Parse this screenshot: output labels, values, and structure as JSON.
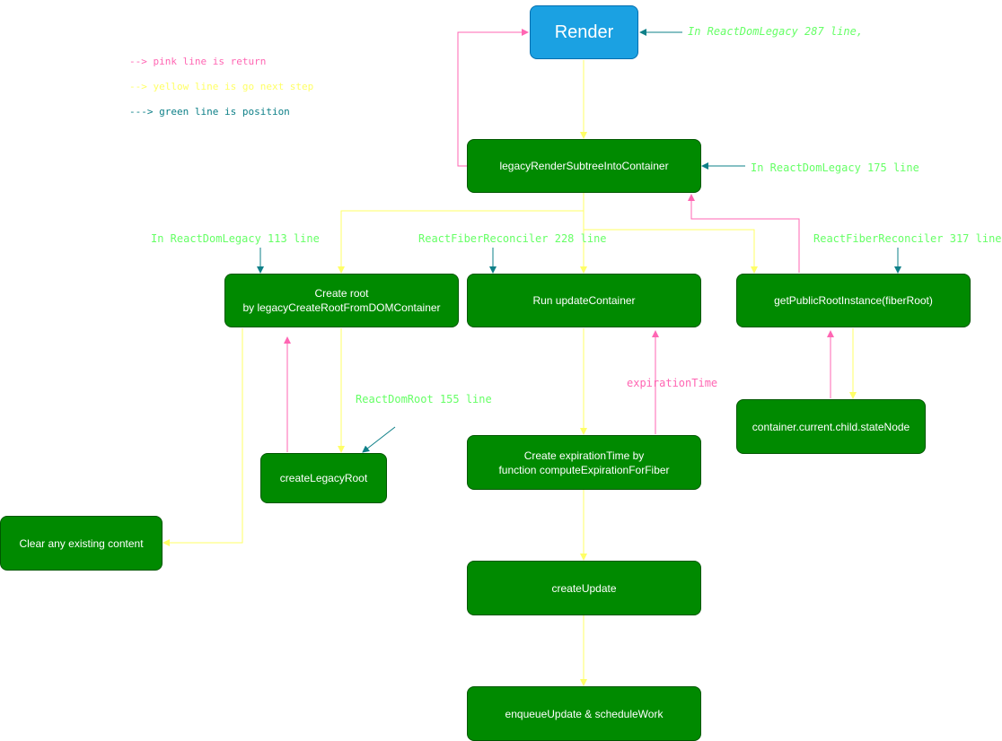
{
  "legend": [
    {
      "text": "--> pink line is return",
      "color": "#ff66b3"
    },
    {
      "text": "--> yellow line is go next step",
      "color": "#ffff66"
    },
    {
      "text": "---> green line is  position",
      "color": "#0e8088"
    }
  ],
  "nodes": {
    "render": [
      "Render"
    ],
    "legacy_render_subtree": [
      "legacyRenderSubtreeIntoContainer"
    ],
    "create_root": [
      "Create root",
      "by  legacyCreateRootFromDOMContainer"
    ],
    "run_update_container": [
      "Run updateContainer"
    ],
    "get_public_root_instance": [
      "getPublicRootInstance(fiberRoot)"
    ],
    "create_legacy_root": [
      "createLegacyRoot"
    ],
    "clear_content": [
      "Clear any existing content"
    ],
    "create_expiration_time": [
      "Create expirationTime by",
      "function computeExpirationForFiber"
    ],
    "state_node": [
      "container.current.child.stateNode"
    ],
    "create_update": [
      "createUpdate"
    ],
    "enqueue_update": [
      "enqueueUpdate & scheduleWork"
    ]
  },
  "notes": {
    "render_position": "In ReactDomLegacy 287 line,",
    "legacy_render_position": "In ReactDomLegacy 175 line",
    "create_root_position": "In ReactDomLegacy 113 line",
    "update_container_position": "ReactFiberReconciler 228 line",
    "public_root_position": "ReactFiberReconciler 317 line",
    "legacy_root_position": "ReactDomRoot 155 line",
    "expiration_return": "expirationTime"
  },
  "colors": {
    "pink": "#ff66b3",
    "yellow": "#ffff66",
    "teal": "#0e8088",
    "node_green": "#008a00",
    "render_blue": "#1ba1e2"
  }
}
